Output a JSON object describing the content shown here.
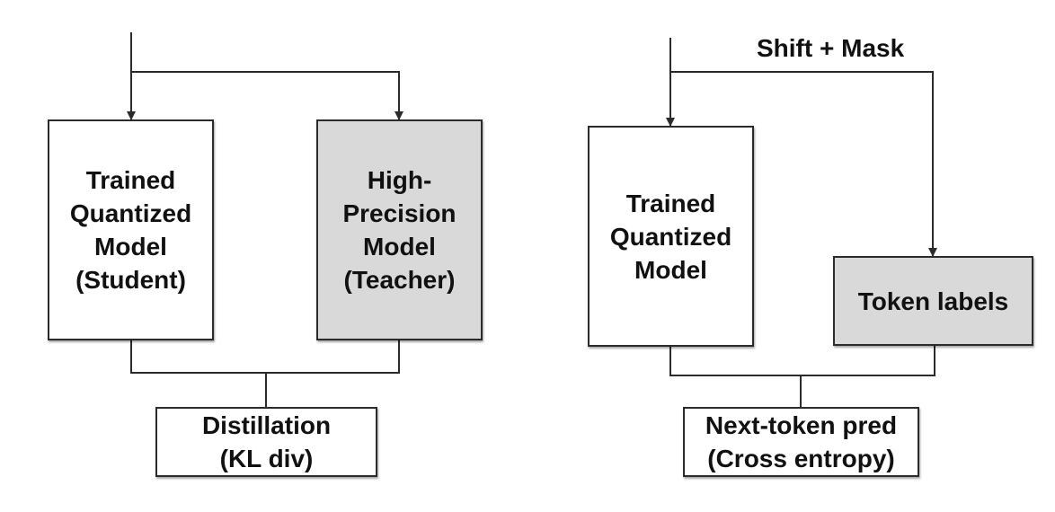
{
  "colors": {
    "line": "#2b2b2b",
    "box_fill": "#ffffff",
    "shaded_fill": "#d9d9d9",
    "text": "#111111"
  },
  "left_panel": {
    "student_box": "Trained\nQuantized\nModel\n(Student)",
    "teacher_box": "High-\nPrecision\nModel\n(Teacher)",
    "loss_box": "Distillation\n(KL div)"
  },
  "right_panel": {
    "edge_label": "Shift + Mask",
    "model_box": "Trained\nQuantized\nModel",
    "labels_box": "Token labels",
    "loss_box": "Next-token pred\n(Cross entropy)"
  }
}
